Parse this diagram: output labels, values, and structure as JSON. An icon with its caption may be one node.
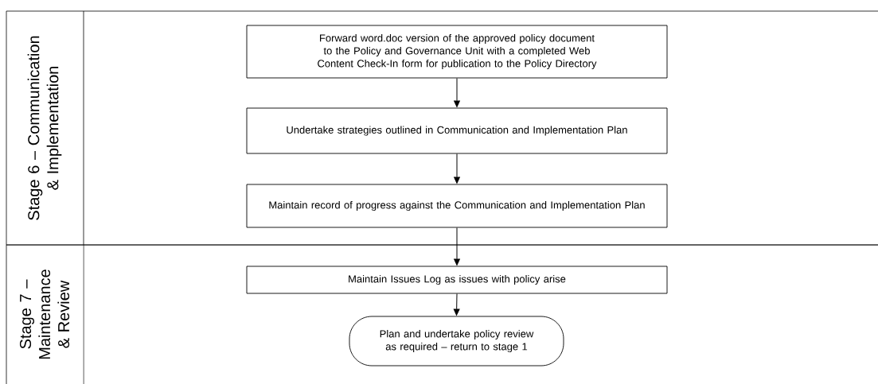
{
  "diagram": {
    "nodes": [
      {
        "text": [
          "Stage 6 – Communication & Implementation"
        ]
      },
      {
        "text": [
          "Forward word.doc version of the approved policy document to the Policy and Governance Unit with a completed Web Content Check-In form for publication to the Policy Directory"
        ],
        "in": 0
      },
      {
        "text": [
          "Undertake strategies outlined in Communication and Implementation Plan"
        ],
        "in": 0
      },
      {
        "text": [
          "Maintain record of progress against the Communication and Implementation Plan"
        ],
        "in": 0
      },
      {
        "text": [
          "Stage 7 – Maintenance & Review"
        ]
      },
      {
        "text": [
          "Maintain Issues Log as issues with policy arise"
        ],
        "in": 4
      },
      {
        "text": [
          "Plan and undertake policy review as required – return to stage 1"
        ],
        "in": 4
      }
    ],
    "edges": [
      {
        "from": 1,
        "to": 2,
        "arrow": "to"
      },
      {
        "from": 2,
        "to": 3,
        "arrow": "to"
      },
      {
        "from": 3,
        "to": 5,
        "arrow": "to"
      },
      {
        "from": 5,
        "to": 6,
        "arrow": "to"
      }
    ]
  }
}
